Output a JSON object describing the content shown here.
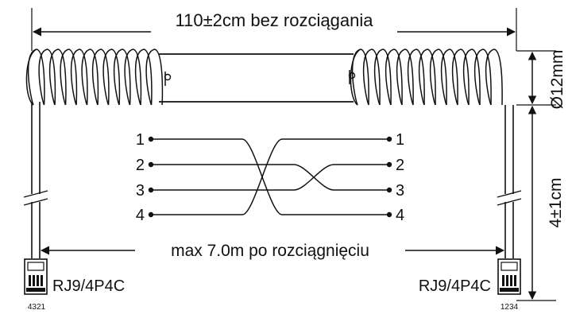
{
  "top_dimension": "110±2cm bez rozciągania",
  "diameter_label": "Ø12mm",
  "side_dimension": "4±1cm",
  "stretch_label": "max 7.0m po rozciągnięciu",
  "connectors": {
    "left": {
      "type": "RJ9/4P4C",
      "pin_order": "4321"
    },
    "right": {
      "type": "RJ9/4P4C",
      "pin_order": "1234"
    }
  },
  "wiring": {
    "left_pins": [
      "1",
      "2",
      "3",
      "4"
    ],
    "right_pins": [
      "1",
      "2",
      "3",
      "4"
    ],
    "connections": [
      {
        "from": "1",
        "to": "4"
      },
      {
        "from": "2",
        "to": "3"
      },
      {
        "from": "3",
        "to": "2"
      },
      {
        "from": "4",
        "to": "1"
      }
    ]
  }
}
